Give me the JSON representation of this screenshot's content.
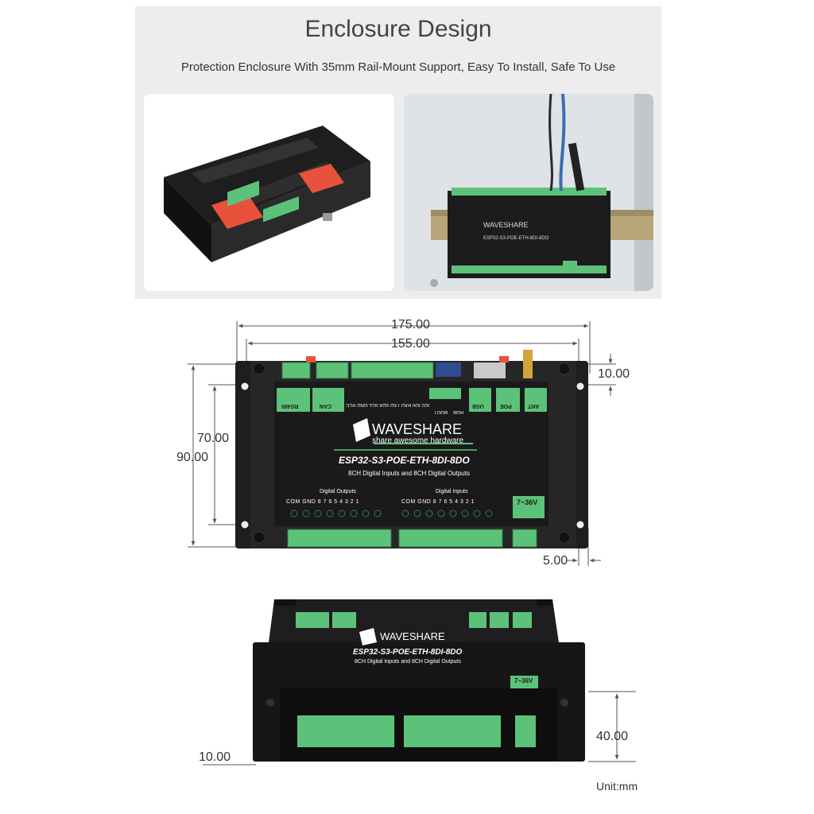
{
  "header": {
    "title": "Enclosure Design",
    "subtitle": "Protection Enclosure With 35mm Rail-Mount Support, Easy To Install, Safe To Use"
  },
  "board": {
    "brand": "WAVESHARE",
    "tagline": "share awesome hardware",
    "model": "ESP32-S3-POE-ETH-8DI-8DO",
    "description": "8CH Digital Inputs and 8CH Digital Outputs",
    "outputs_label": "Digital Outputs",
    "inputs_label": "Digital Inputs",
    "power_label": "7~36V",
    "port_rs485": "RS485",
    "port_can": "CAN",
    "port_usb": "USB",
    "port_poe": "POE",
    "port_ant": "ANT",
    "port_boot": "BOOT",
    "port_rgb": "RGB",
    "pin_row": "IO1 IO0 RXD TXD SDA SCL GND VCC",
    "terminal_row": "COM GND 8 7 6 5 4 3 2 1"
  },
  "dimensions": {
    "total_width": "175.00",
    "hole_width": "155.00",
    "total_height": "90.00",
    "hole_height": "70.00",
    "edge_offset": "10.00",
    "side_offset": "5.00",
    "depth": "40.00",
    "base_offset": "10.00",
    "unit": "Unit:mm"
  },
  "colors": {
    "terminal_green": "#5cc27a",
    "board_black": "#1c1c1c",
    "latch_red": "#e8513c",
    "banner_bg": "#ededed"
  }
}
